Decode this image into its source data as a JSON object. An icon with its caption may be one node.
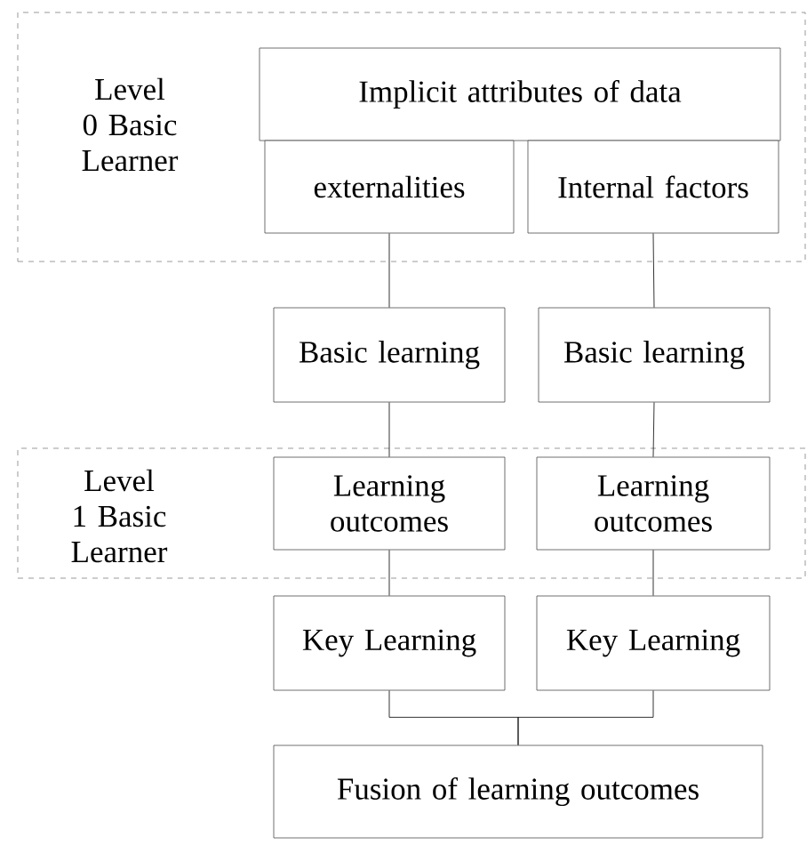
{
  "diagram": {
    "nodes": [
      {
        "text": [
          "Level 0 Basic Learner"
        ]
      },
      {
        "text": [
          "Implicit attributes of data"
        ],
        "in": 0
      },
      {
        "text": [
          "externalities"
        ],
        "in": 0
      },
      {
        "text": [
          "Internal factors"
        ],
        "in": 0
      },
      {
        "text": [
          "Basic learning"
        ]
      },
      {
        "text": [
          "Basic learning"
        ]
      },
      {
        "text": [
          "Level 1 Basic Learner"
        ]
      },
      {
        "text": [
          "Learning outcomes"
        ],
        "in": 6
      },
      {
        "text": [
          "Learning outcomes"
        ],
        "in": 6
      },
      {
        "text": [
          "Key Learning"
        ]
      },
      {
        "text": [
          "Key Learning"
        ]
      },
      {
        "text": [
          "Fusion of learning outcomes"
        ]
      }
    ],
    "edges": [
      {
        "from": 2,
        "to": 4,
        "arrow": "none"
      },
      {
        "from": 3,
        "to": 5,
        "arrow": "none"
      },
      {
        "from": 4,
        "to": 7,
        "arrow": "none"
      },
      {
        "from": 5,
        "to": 8,
        "arrow": "none"
      },
      {
        "from": 7,
        "to": 9,
        "arrow": "none"
      },
      {
        "from": 8,
        "to": 10,
        "arrow": "none"
      },
      {
        "from": 9,
        "to": 11,
        "arrow": "none"
      },
      {
        "from": 10,
        "to": 11,
        "arrow": "none"
      }
    ]
  }
}
